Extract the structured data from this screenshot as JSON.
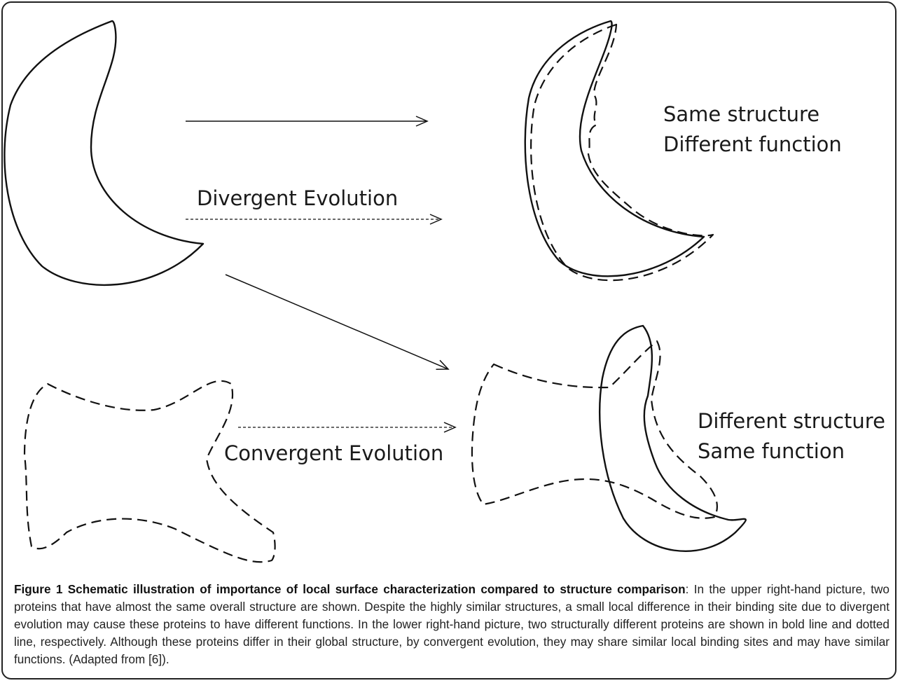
{
  "diagram": {
    "top_label_line1": "Same structure",
    "top_label_line2": "Different function",
    "divergent_label": "Divergent Evolution",
    "convergent_label": "Convergent Evolution",
    "bottom_label_line1": "Different structure",
    "bottom_label_line2": "Same function"
  },
  "caption": {
    "title": "Figure 1 Schematic illustration of importance of local surface characterization compared to structure comparison",
    "body": ": In the upper right-hand picture, two proteins that have almost the same overall structure are shown. Despite the highly similar structures, a small local difference in their binding site due to divergent evolution may cause these proteins to have different functions. In the lower right-hand picture, two structurally different proteins are shown in bold line and dotted line, respectively. Although these proteins differ in their global structure, by convergent evolution, they may share similar local binding sites and may have similar functions. (Adapted from [6])."
  }
}
